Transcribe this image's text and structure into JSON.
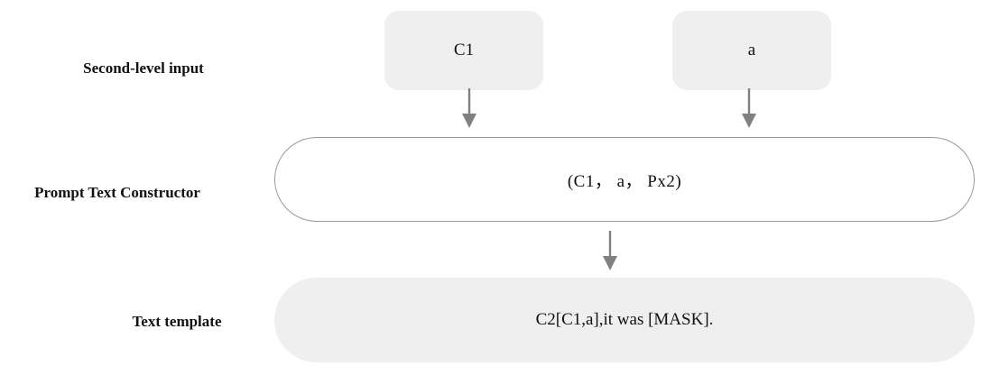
{
  "rows": {
    "input_label": "Second-level input",
    "constructor_label": "Prompt Text Constructor",
    "template_label": "Text template"
  },
  "inputs": {
    "left": "C1",
    "right": "a"
  },
  "constructor": {
    "text": "(C1， a， Px2)"
  },
  "template": {
    "text": "C2[C1,a],it was [MASK]."
  },
  "colors": {
    "box_fill": "#efefef",
    "border": "#9a9a9a",
    "arrow": "#808080",
    "text": "#111111"
  }
}
